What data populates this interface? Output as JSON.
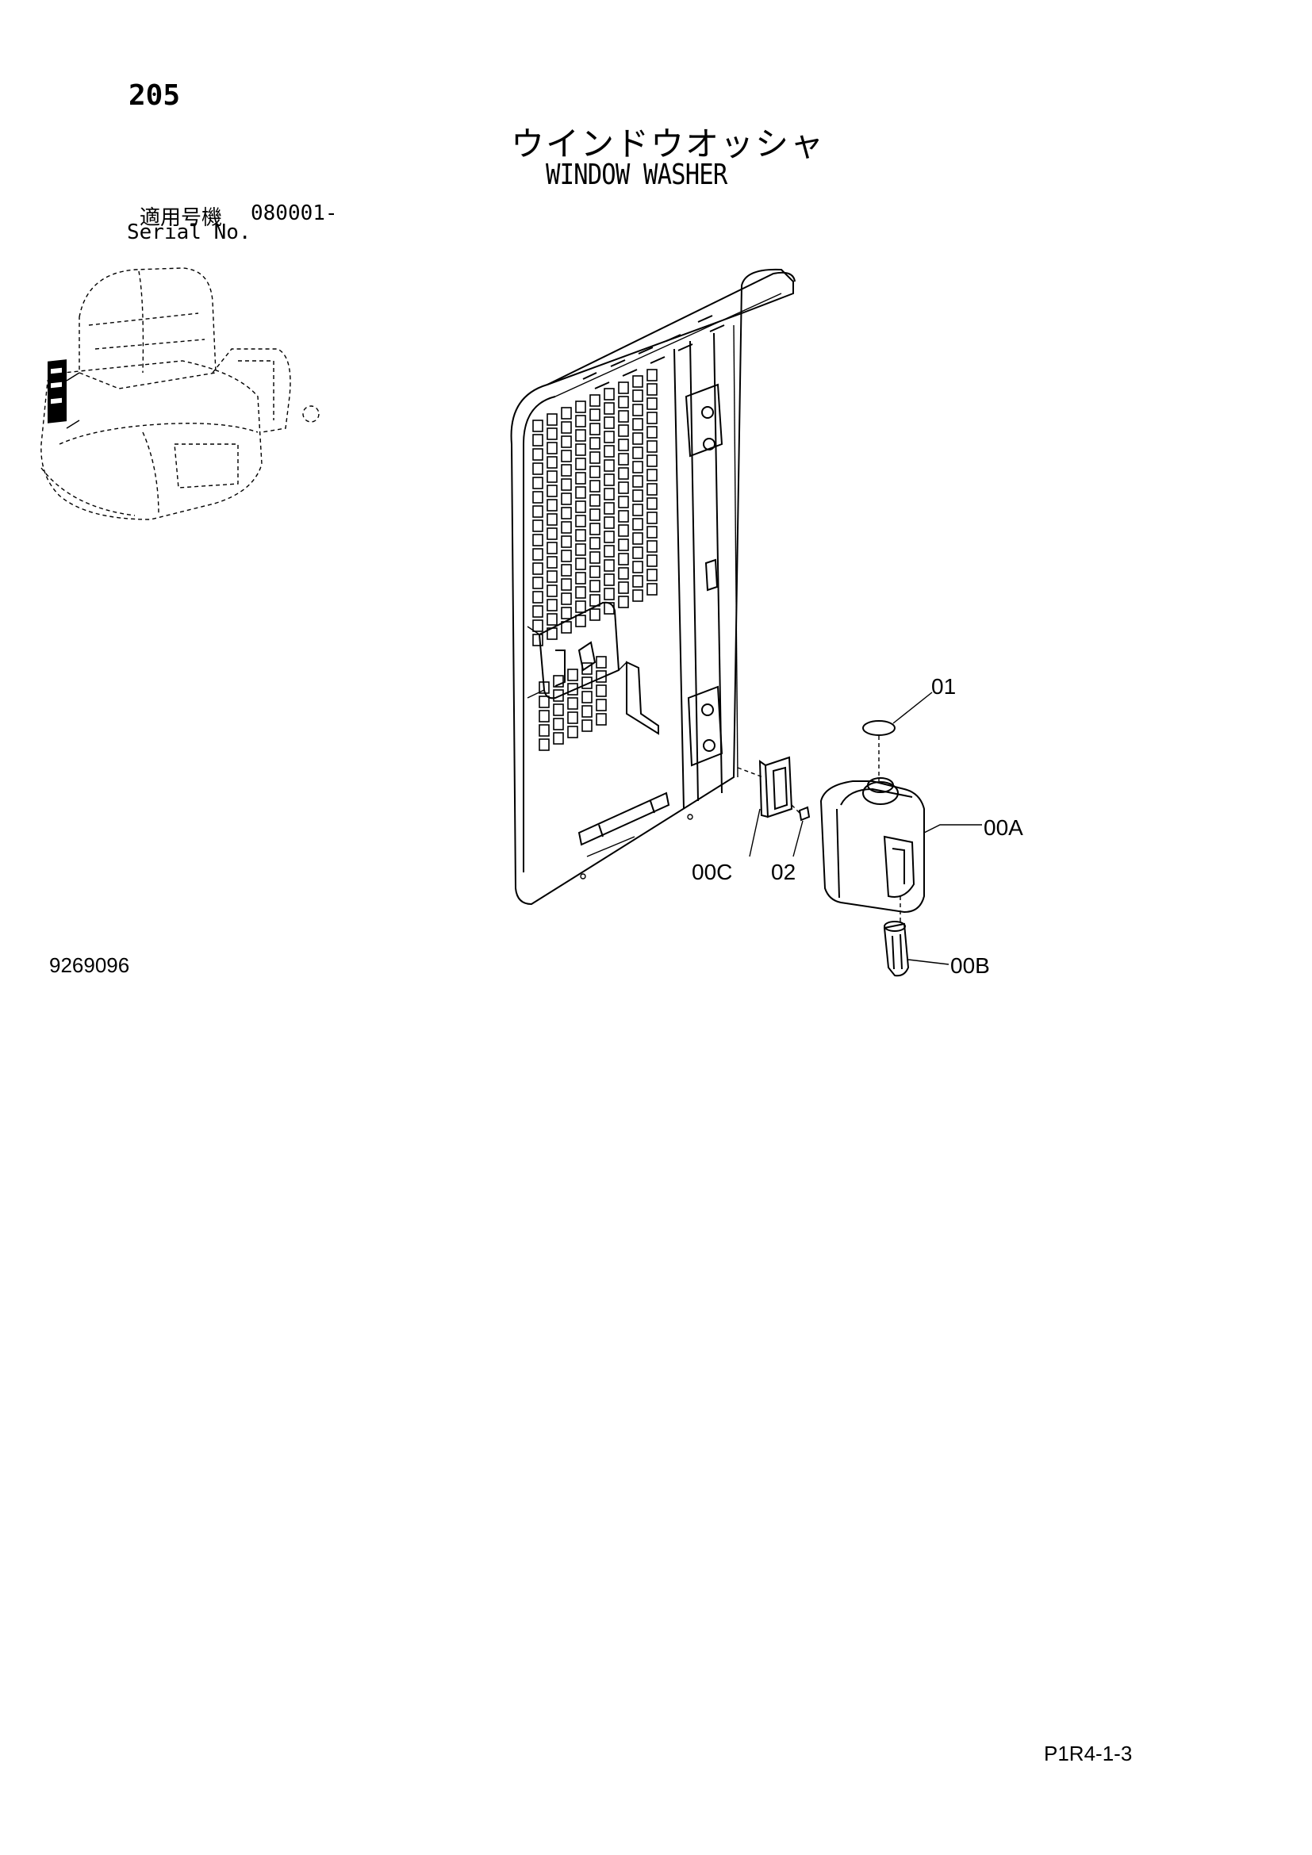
{
  "header": {
    "page_number": "205",
    "title_ja": "ウインドウオッシャ",
    "title_en": "WINDOW WASHER"
  },
  "serial": {
    "label_ja": "適用号機",
    "value": "080001-",
    "label_en": "Serial No."
  },
  "figure": {
    "number": "9269096",
    "callouts": {
      "c01": "01",
      "c00a": "00A",
      "c00c": "00C",
      "c02": "02",
      "c00b": "00B"
    }
  },
  "footer": {
    "code": "P1R4-1-3"
  }
}
